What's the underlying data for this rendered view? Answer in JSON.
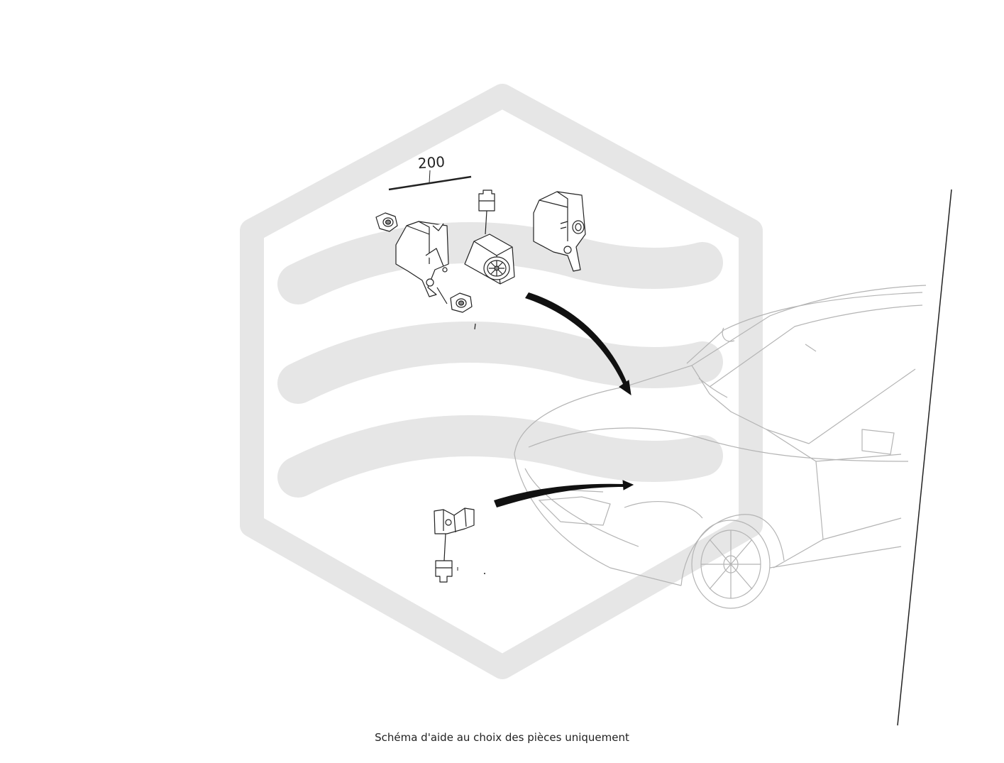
{
  "diagram": {
    "group_label": "200",
    "caption": "Schéma d'aide au choix des pièces uniquement",
    "watermark": {
      "shape": "hexagon-logo",
      "color": "#e6e6e6"
    },
    "line_color": "#222222",
    "car_line_color": "#b4b4b4"
  }
}
